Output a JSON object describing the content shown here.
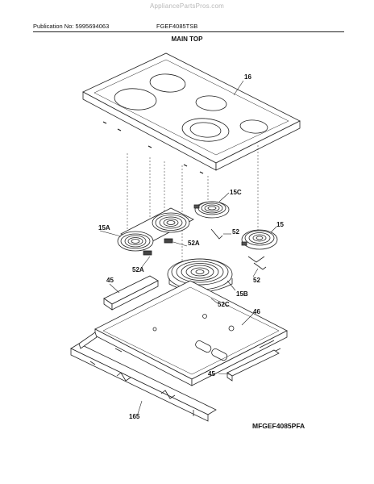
{
  "header": {
    "watermark": "AppliancePartsPros.com",
    "publication": "Publication No: 5995694063",
    "model": "FGEF4085TSB",
    "section_title": "MAIN TOP"
  },
  "callouts": {
    "c16": "16",
    "c15C": "15C",
    "c15A": "15A",
    "c52_top": "52",
    "c52A_right": "52A",
    "c15": "15",
    "c52A_left": "52A",
    "c52_right": "52",
    "c45_left": "45",
    "c15B": "15B",
    "c52C": "52C",
    "c46": "46",
    "c45_right": "45",
    "c165": "165"
  },
  "footer": {
    "diagram_code": "MFGEF4085PFA"
  }
}
